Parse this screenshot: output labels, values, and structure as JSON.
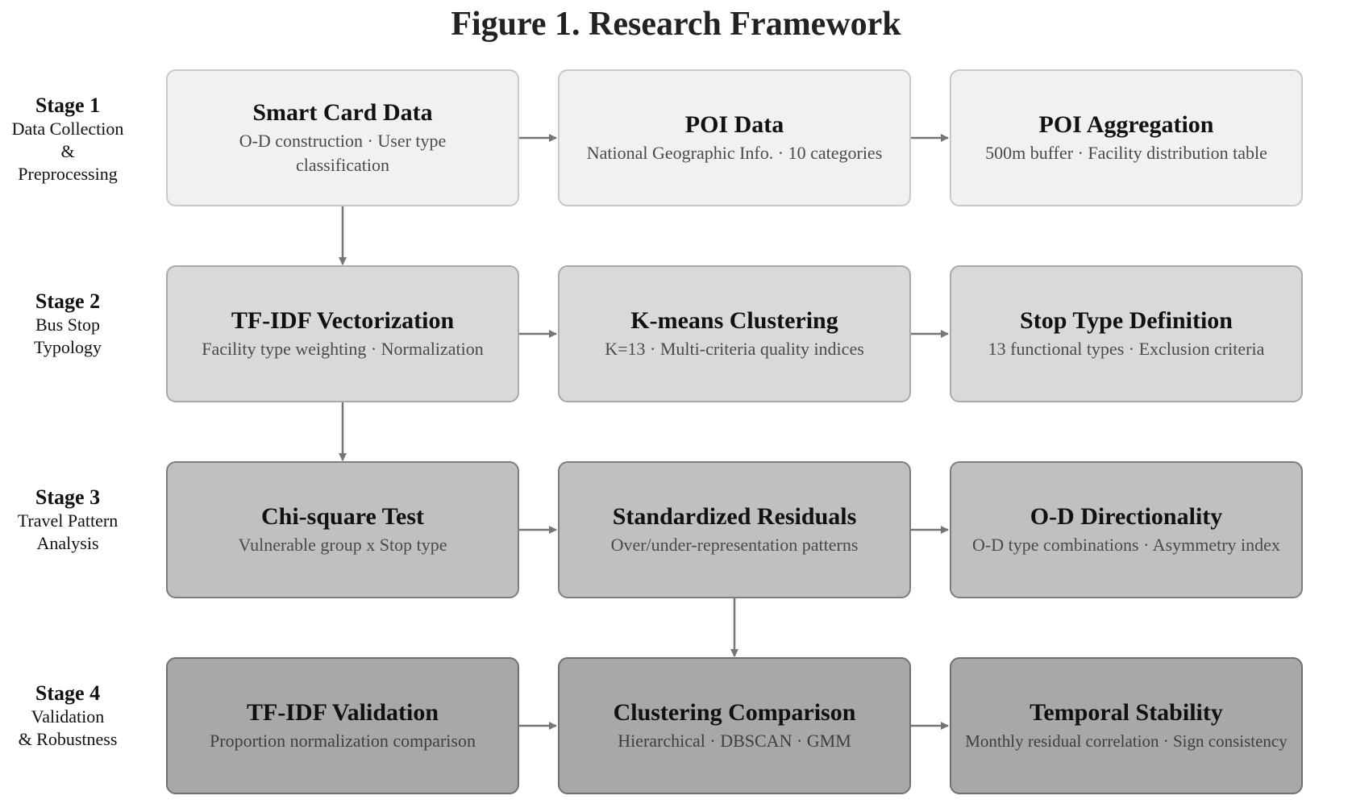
{
  "title": "Figure 1. Research Framework",
  "stages": [
    {
      "name": "Stage 1",
      "desc": "Data Collection\n&\nPreprocessing"
    },
    {
      "name": "Stage 2",
      "desc": "Bus Stop\nTypology"
    },
    {
      "name": "Stage 3",
      "desc": "Travel Pattern\nAnalysis"
    },
    {
      "name": "Stage 4",
      "desc": "Validation\n& Robustness"
    }
  ],
  "boxes": [
    [
      {
        "title": "Smart Card Data",
        "sub": "O-D construction · User type classification"
      },
      {
        "title": "POI Data",
        "sub": "National Geographic Info. · 10 categories"
      },
      {
        "title": "POI Aggregation",
        "sub": "500m buffer · Facility distribution table"
      }
    ],
    [
      {
        "title": "TF-IDF Vectorization",
        "sub": "Facility type weighting · Normalization"
      },
      {
        "title": "K-means Clustering",
        "sub": "K=13 · Multi-criteria quality indices"
      },
      {
        "title": "Stop Type Definition",
        "sub": "13 functional types · Exclusion criteria"
      }
    ],
    [
      {
        "title": "Chi-square Test",
        "sub": "Vulnerable group x Stop type"
      },
      {
        "title": "Standardized Residuals",
        "sub": "Over/under-representation patterns"
      },
      {
        "title": "O-D Directionality",
        "sub": "O-D type combinations · Asymmetry index"
      }
    ],
    [
      {
        "title": "TF-IDF Validation",
        "sub": "Proportion normalization comparison"
      },
      {
        "title": "Clustering Comparison",
        "sub": "Hierarchical · DBSCAN · GMM"
      },
      {
        "title": "Temporal Stability",
        "sub": "Monthly residual correlation · Sign consistency"
      }
    ]
  ],
  "arrow_color": "#757575"
}
